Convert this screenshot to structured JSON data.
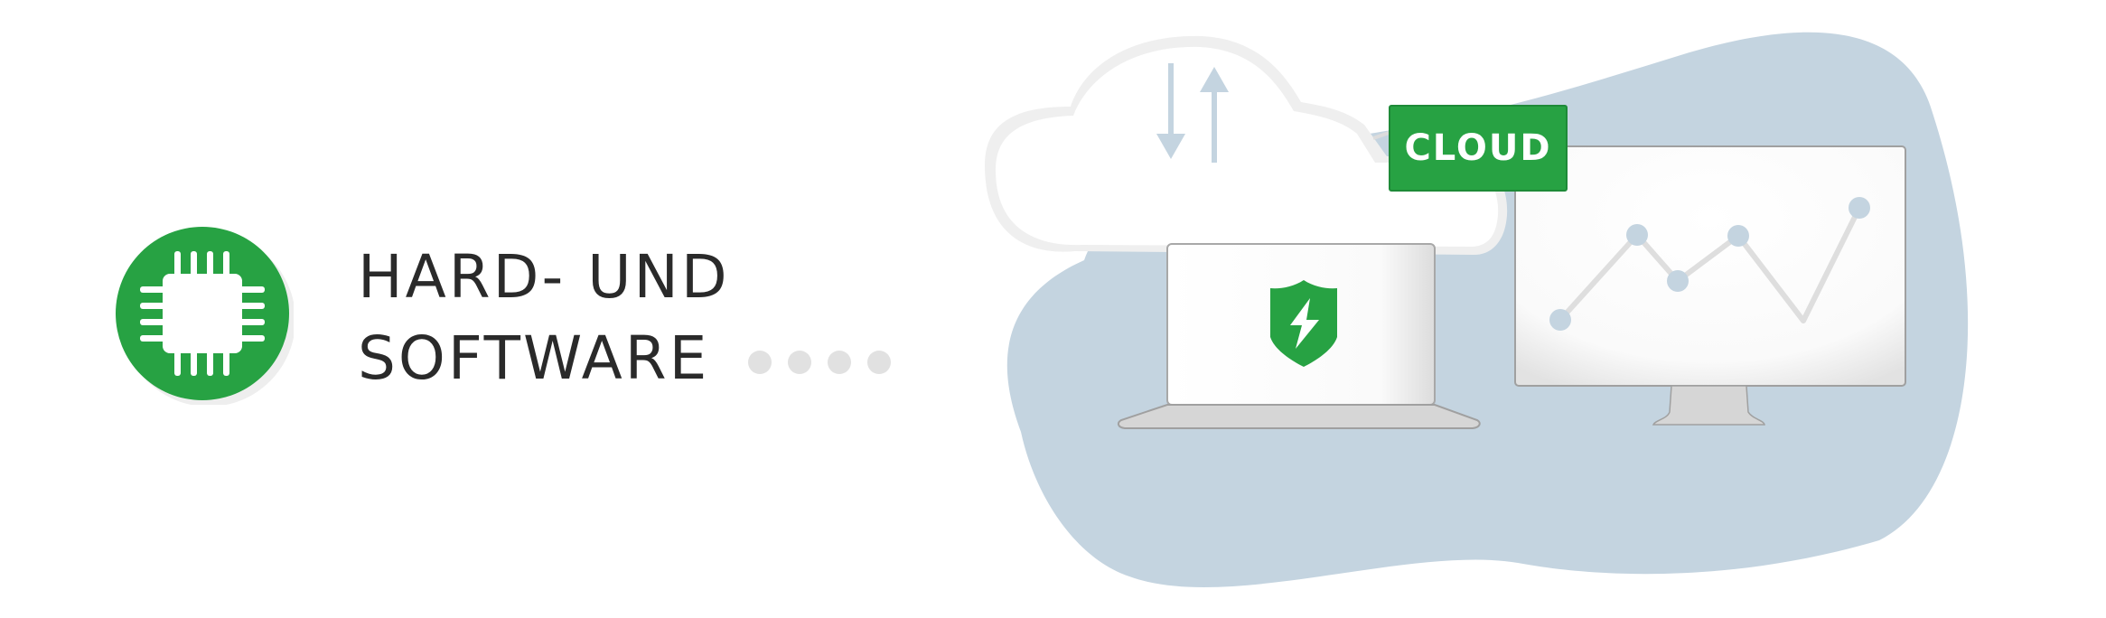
{
  "headline": {
    "line1": "HARD- UND",
    "line2": "SOFTWARE"
  },
  "cloud_label": "CLOUD",
  "icons": {
    "chip": "cpu-chip-icon",
    "shield": "shield-lightning-icon",
    "transfer": "upload-download-arrows-icon",
    "cloud": "cloud-icon",
    "laptop": "laptop-icon",
    "monitor": "monitor-icon",
    "chart": "line-chart-icon"
  },
  "colors": {
    "brand_green": "#27a243",
    "blob_blue": "#c4d4e0",
    "dots_gray": "#e1e1e1",
    "text_dark": "#2a2a2a"
  }
}
